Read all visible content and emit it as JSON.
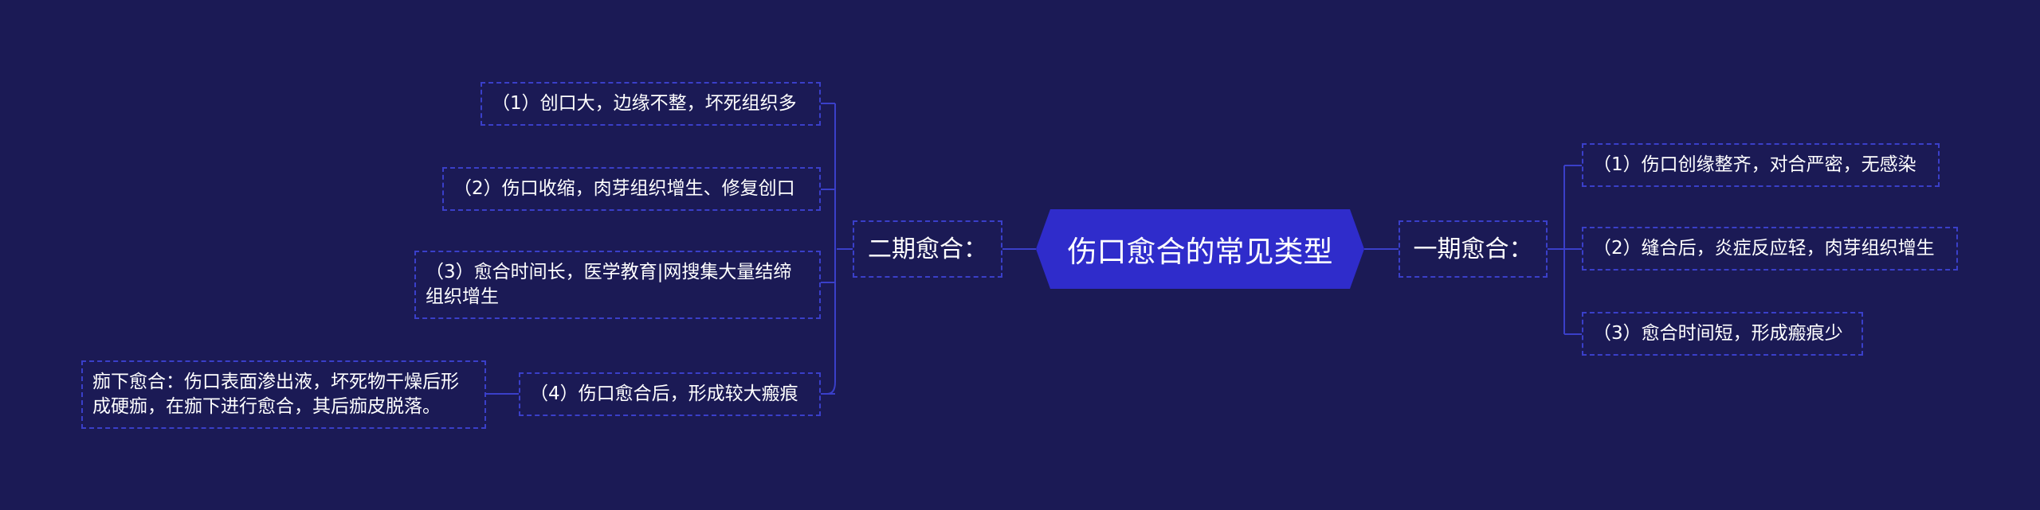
{
  "root": {
    "title": "伤口愈合的常见类型"
  },
  "branch_second": {
    "label": "二期愈合：",
    "items": [
      "（1）创口大，边缘不整，坏死组织多",
      "（2）伤口收缩，肉芽组织增生、修复创口",
      "（3）愈合时间长，医学教育|网搜集大量结缔组织增生",
      "（4）伤口愈合后，形成较大瘢痕"
    ],
    "sub": "痂下愈合：伤口表面渗出液，坏死物干燥后形成硬痂，在痂下进行愈合，其后痂皮脱落。"
  },
  "branch_first": {
    "label": "一期愈合：",
    "items": [
      "（1）伤口创缘整齐，对合严密，无感染",
      "（2）缝合后，炎症反应轻，肉芽组织增生",
      "（3）愈合时间短，形成瘢痕少"
    ]
  },
  "colors": {
    "background": "#1b1a55",
    "root_fill": "#2f2ccb",
    "border": "#3a3fc9",
    "connector": "#3a3fc9"
  }
}
